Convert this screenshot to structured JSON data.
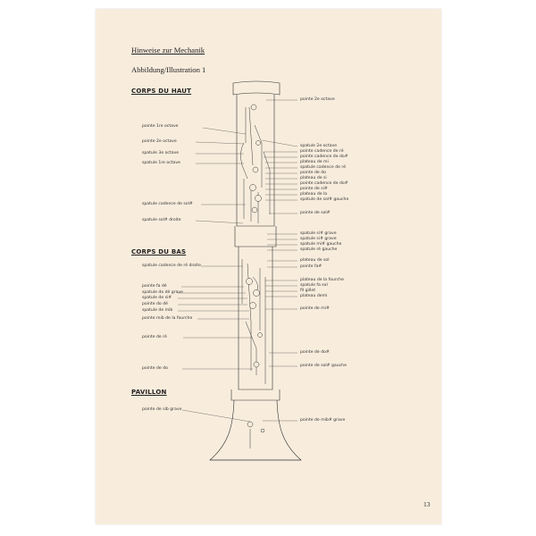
{
  "header": {
    "title": "Hinweise zur Mechanik",
    "subtitle": "Abbildung/Illustration 1"
  },
  "sections": {
    "upper": "CORPS DU HAUT",
    "lower": "CORPS DU BAS",
    "bell": "PAVILLON"
  },
  "labels_left": [
    "pointe 1re octave",
    "pointe 2e octave",
    "spatule 3e octave",
    "spatule 1re octave",
    "spatule cadence de sol#",
    "spatule sol# droite",
    "spatule cadence de ré droite",
    "pointe fa dé",
    "spatule do dé grave",
    "spatule de si#",
    "pointe do dé",
    "spatule de mib",
    "pointe mib de la fourche",
    "pointe de ré",
    "pointe de do",
    "pointe de sib grave"
  ],
  "labels_right": [
    "pointe 2e octave",
    "spatule 2e octave",
    "pointe cadence de ré",
    "pointe cadence de do#",
    "plateau de mi",
    "spatule cadence de ré",
    "pointe de do",
    "plateau de si",
    "pointe cadence de do#",
    "pointe de si#",
    "plateau de la",
    "spatule de sol# gauche",
    "pointe de sol#",
    "spatule si# grave",
    "spatule si# grave",
    "spatule mi# gauche",
    "spatule ré gauche",
    "plateau de sol",
    "pointe fa#",
    "plateau de la fourche",
    "spatule fa sol",
    "fil gillet",
    "plateau demi",
    "pointe de mi#",
    "pointe de do#",
    "pointe de sol# gauche",
    "pointe de mib# grave"
  ],
  "page_number": "13"
}
